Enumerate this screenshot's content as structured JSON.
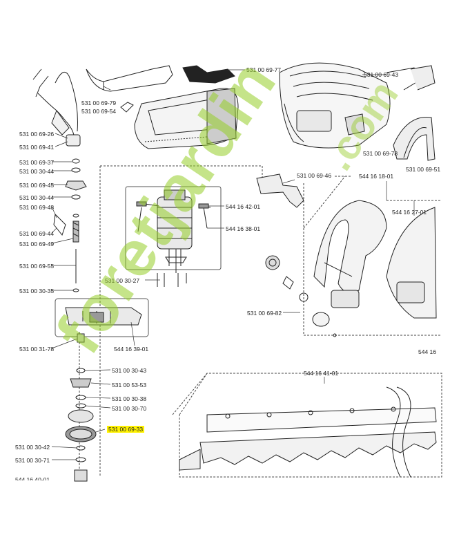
{
  "labels": {
    "l01": "531 00 69-77",
    "l02": "531 00 69-43",
    "l03": "531 00 69-79",
    "l04": "531 00 69-54",
    "l05": "531 00 69-26",
    "l06": "531 00 69-41",
    "l07": "531 00 69-78",
    "l08": "531 00 69-51",
    "l09": "531 00 69-37",
    "l10": "531 00 30-44",
    "l11": "531 00 69-46",
    "l12": "544 16 18-01",
    "l13": "531 00 69-45",
    "l14": "531 00 30-44",
    "l15": "531 00 69-48",
    "l16": "544 16 42-01",
    "l17": "544 16 27-01",
    "l18": "531 00 69-44",
    "l19": "544 16 38-01",
    "l20": "531 00 69-49",
    "l21": "531 00 69-55",
    "l22": "531 00 30-27",
    "l23": "531 00 30-35",
    "l24": "531 00 69-82",
    "l25": "531 00 31-78",
    "l26": "544 16 39-01",
    "l27": "544 16",
    "l28": "531 00 30-43",
    "l29": "544 16 41-01",
    "l30": "531 00 53-53",
    "l31": "531 00 30-38",
    "l32": "531 00 30-70",
    "l33": "531 00 69-33",
    "l34": "531 00 30-42",
    "l35": "531 00 30-71",
    "l36": "544 16 40-01"
  },
  "watermark": {
    "main": "foretjardin",
    "suffix": ".com"
  },
  "colors": {
    "highlight": "#fff200",
    "watermark": "#96cd28",
    "line": "#222222"
  }
}
